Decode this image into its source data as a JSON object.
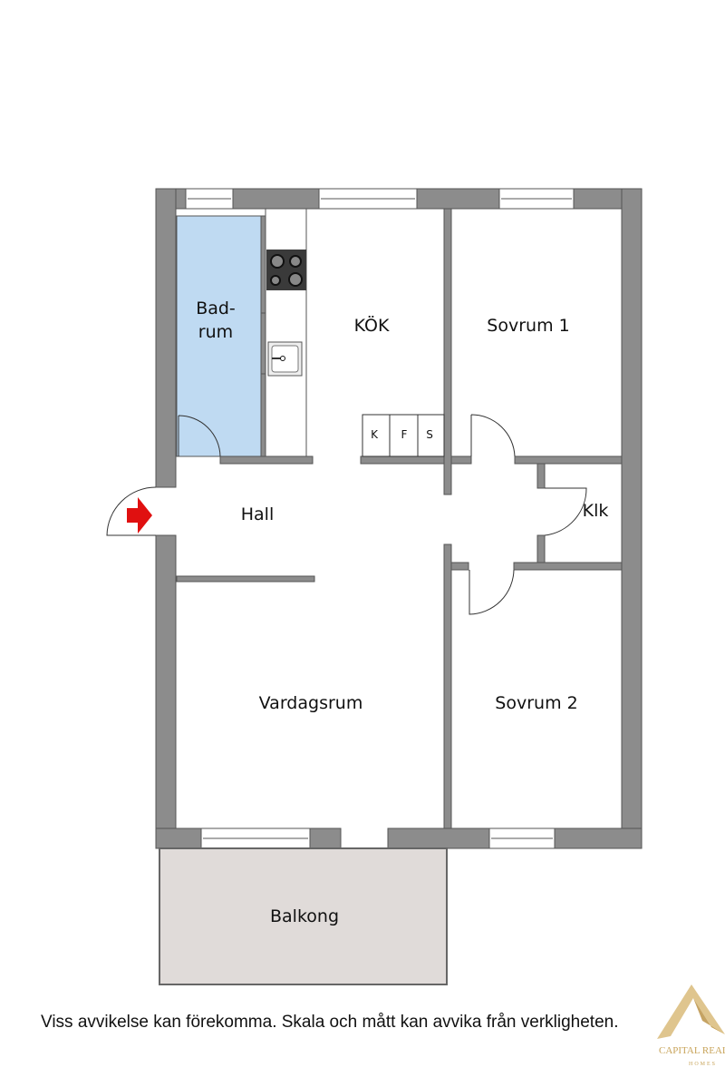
{
  "rooms": {
    "badrum": "Bad-\nrum",
    "badrum_line1": "Bad-",
    "badrum_line2": "rum",
    "kok": "KÖK",
    "sovrum1": "Sovrum 1",
    "sovrum2": "Sovrum 2",
    "hall": "Hall",
    "klk": "Klk",
    "vardagsrum": "Vardagsrum",
    "balkong": "Balkong"
  },
  "appliances": {
    "k": "K",
    "f": "F",
    "s": "S"
  },
  "footer": "Viss avvikelse kan förekomma. Skala och mått kan avvika från verkligheten.",
  "logo": {
    "name": "CAPITAL REAL",
    "sub": "HOMES"
  },
  "colors": {
    "wall": "#8c8c8c",
    "bathroom": "#bfdaf2",
    "balcony": "#e0dbd9",
    "entrance_arrow": "#e01010",
    "logo_gold": "#c8a45a"
  }
}
